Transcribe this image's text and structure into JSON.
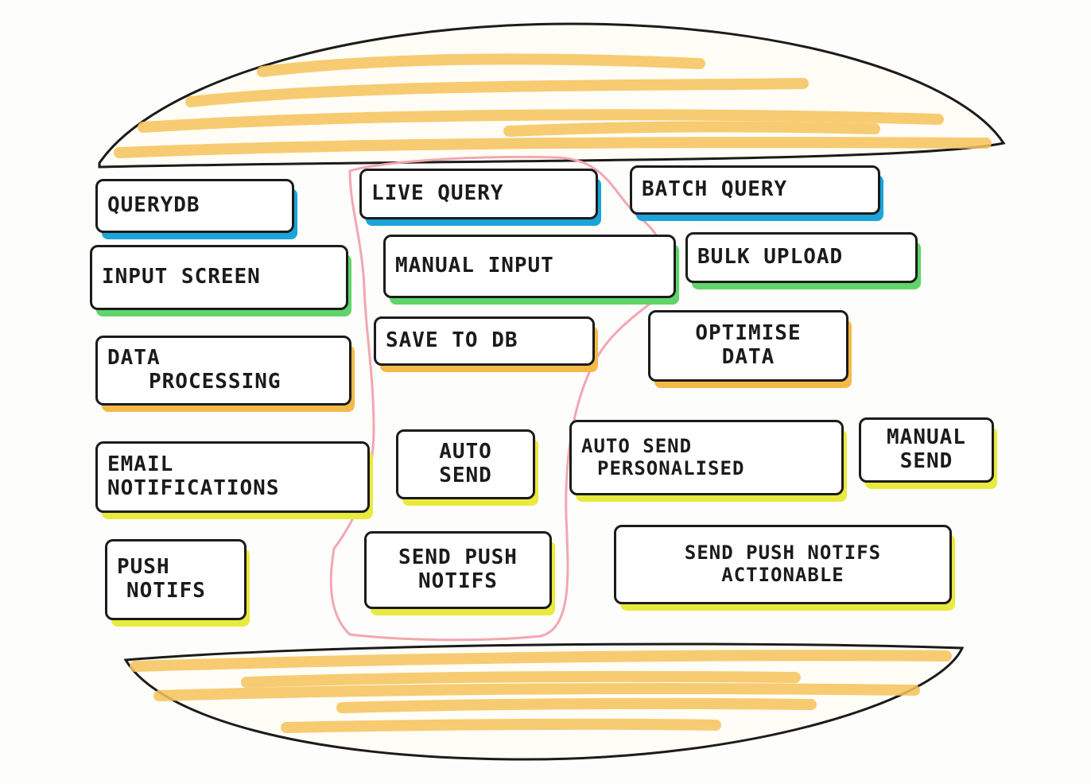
{
  "colors": {
    "bun": "#f6c35a",
    "outline": "#1b1b1b",
    "blue": "#1ca3d9",
    "green": "#5fd46a",
    "orange": "#f4b948",
    "yellow": "#e9ea3e",
    "selection": "#f2a7b1"
  },
  "cards": {
    "query_db": "QUERYDB",
    "live_query": "LIVE QUERY",
    "batch_query": "BATCH QUERY",
    "input_screen": "INPUT SCREEN",
    "manual_input": "MANUAL INPUT",
    "bulk_upload": "BULK UPLOAD",
    "data_processing": [
      "DATA",
      "PROCESSING"
    ],
    "save_to_db": "SAVE TO DB",
    "optimise_data": [
      "OPTIMISE",
      "DATA"
    ],
    "email_notifications": [
      "EMAIL",
      "NOTIFICATIONS"
    ],
    "auto_send": [
      "AUTO",
      "SEND"
    ],
    "auto_send_personalised": [
      "AUTO SEND",
      "PERSONALISED"
    ],
    "manual_send": [
      "MANUAL",
      "SEND"
    ],
    "push_notifs": [
      "PUSH",
      "NOTIFS"
    ],
    "send_push_notifs": [
      "SEND PUSH",
      "NOTIFS"
    ],
    "send_push_notifs_actionable": [
      "SEND PUSH NOTIFS",
      "ACTIONABLE"
    ]
  }
}
